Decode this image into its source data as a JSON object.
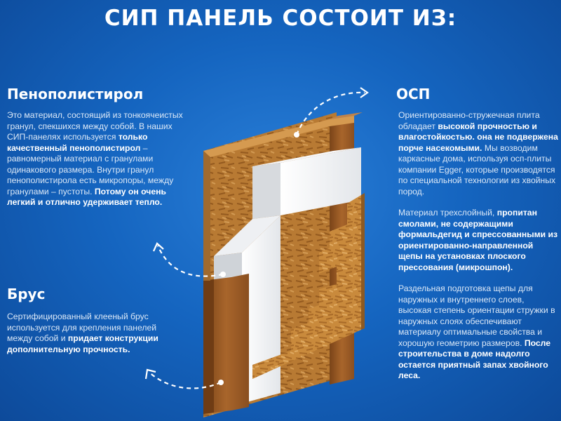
{
  "title": "СИП ПАНЕЛЬ СОСТОИТ ИЗ:",
  "polystyrene": {
    "title": "Пенополистирол",
    "text_1": "Это материал, состоящий из тонкоячеистых гранул, спекшихся между собой.  В наших СИП-панелях используется ",
    "bold_1": "только качественный пенополистирол",
    "text_2": " – равномерный материал с гранулами одинакового размера. Внутри гранул пенополистирола есть микропоры, между гранулами – пустоты. ",
    "bold_2": "Потому он очень легкий и отлично удерживает тепло."
  },
  "beam": {
    "title": "Брус",
    "text_1": "Сертифицированный клееный брус используется для крепления панелей между собой и ",
    "bold_1": "придает конструкции дополнительную прочность."
  },
  "osb": {
    "title": "ОСП",
    "p1_text_1": "Ориентированно-стружечная плита обладает ",
    "p1_bold_1": "высокой прочностью и влагостойкостью. она не подвержена порче насекомыми.",
    "p1_text_2": " Мы возводим каркасные дома, используя осп-плиты компании Egger, которые производятся по специальной технологии из хвойных пород.",
    "p2_text_1": "Материал трехслойный, ",
    "p2_bold_1": "пропитан смолами, не содержащими  формальдегид и спрессованными из ориентированно-направленной щепы на установках плоского прессования (микрошпон).",
    "p3_text_1": "Раздельная подготовка щепы для наружных и внутреннего слоев, высокая степень ориентации стружки в наружных слоях обеспечивают материалу оптимальные свойства и хорошую геометрию размеров. ",
    "p3_bold_1": "После строительства в доме надолго остается приятный запах хвойного леса."
  },
  "colors": {
    "background": "#1565c0",
    "osb": "#c98a3c",
    "beam": "#9a5a24",
    "foam": "#f2f4f6"
  }
}
